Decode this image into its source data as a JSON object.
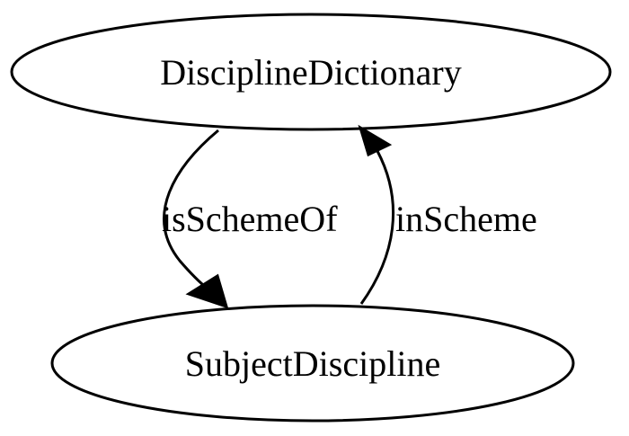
{
  "nodes": {
    "discipline_dictionary": "DisciplineDictionary",
    "subject_discipline": "SubjectDiscipline"
  },
  "edges": {
    "is_scheme_of": "isSchemeOf",
    "in_scheme": "inScheme"
  },
  "colors": {
    "stroke": "#000000",
    "background": "#ffffff"
  }
}
